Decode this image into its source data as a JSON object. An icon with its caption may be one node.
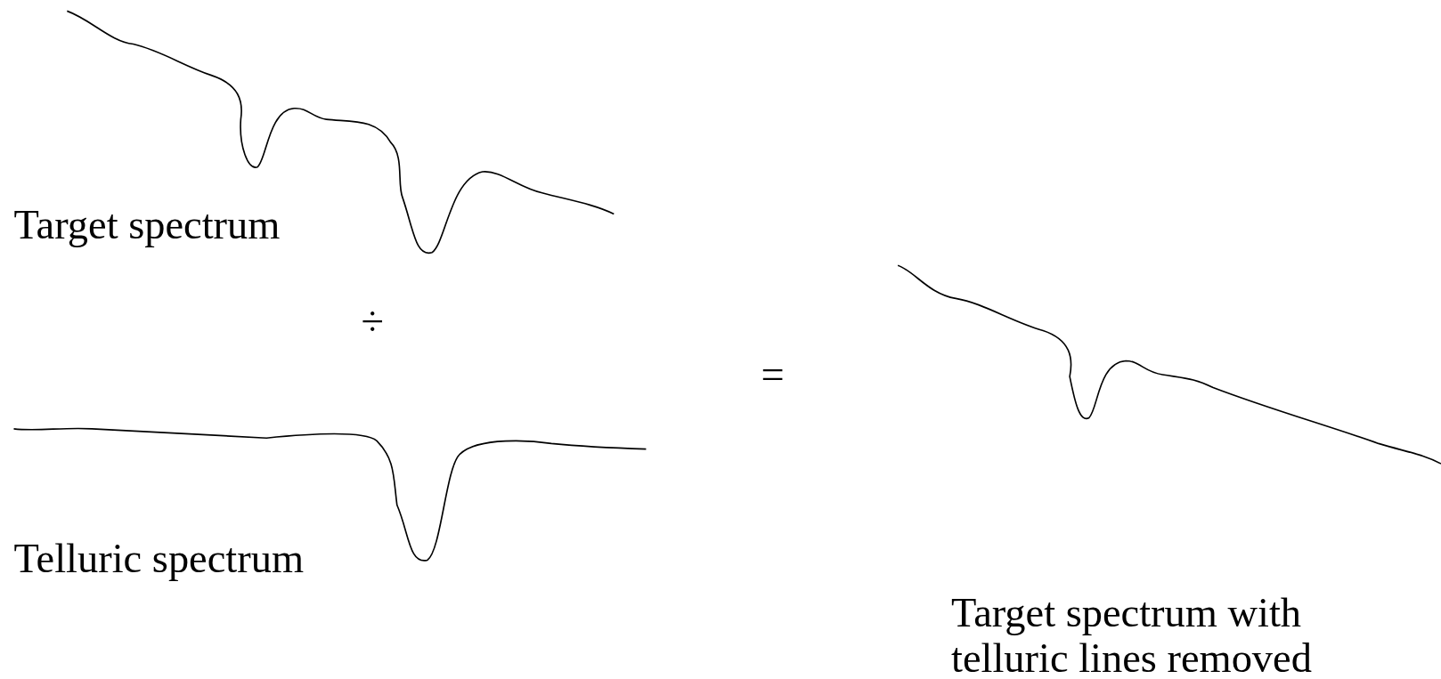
{
  "diagram": {
    "labels": [
      "Target spectrum",
      "÷",
      "=",
      "Telluric spectrum",
      "Target spectrum with telluric lines removed"
    ]
  }
}
